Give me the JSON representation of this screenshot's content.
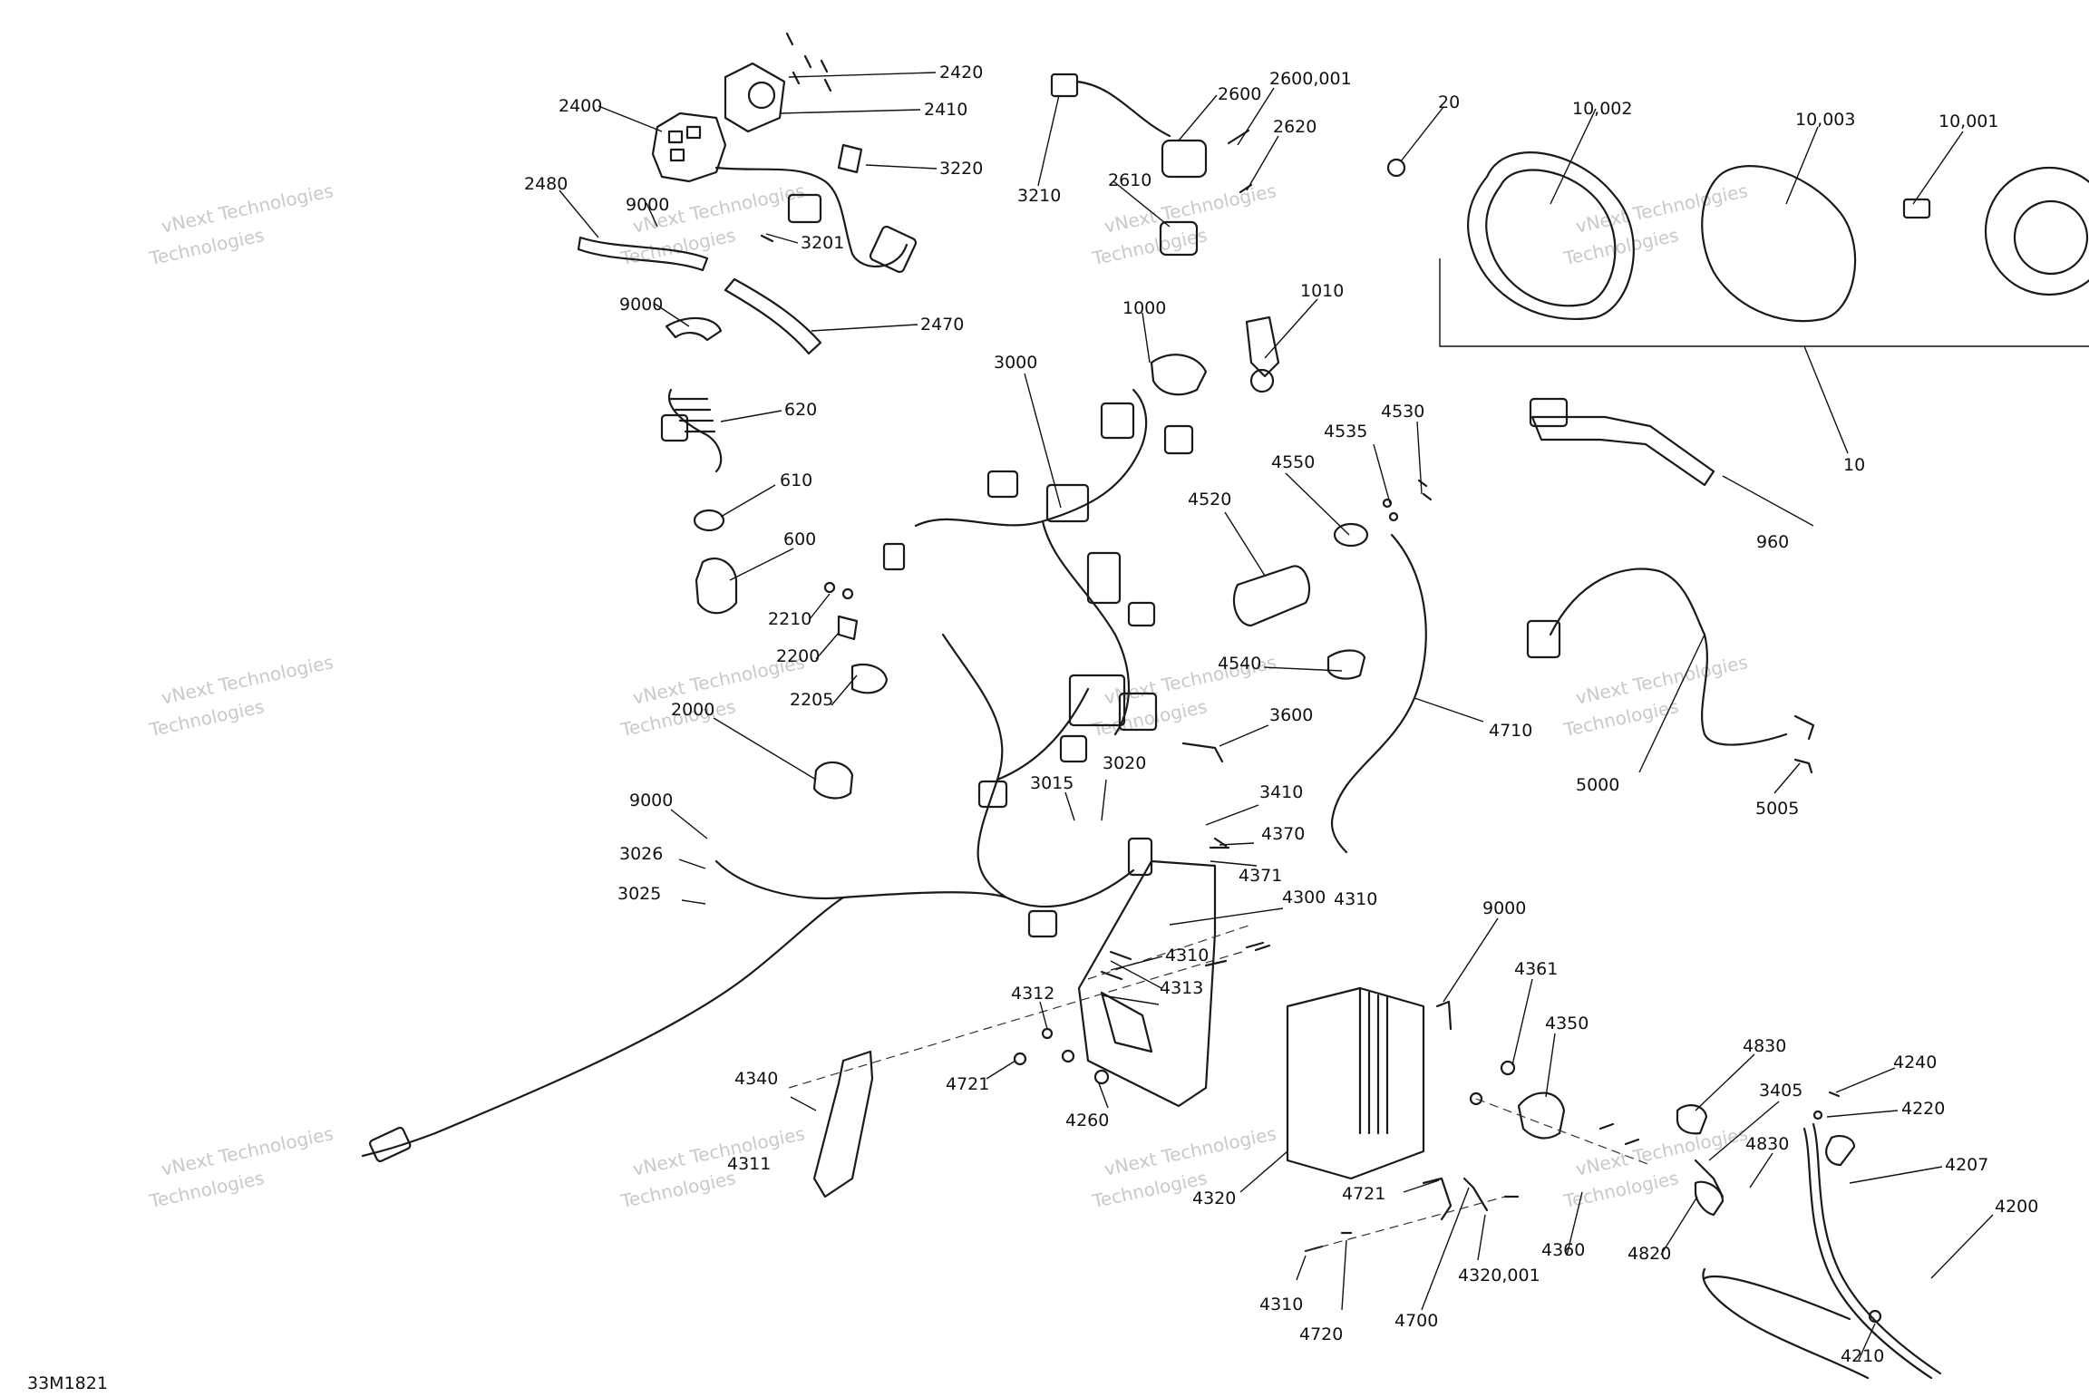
{
  "figure_ref": "33M1821",
  "watermark": {
    "line1": "vNext Technologies",
    "line2": "Technologies"
  },
  "callouts": [
    {
      "id": "c2420",
      "text": "2420"
    },
    {
      "id": "c2410",
      "text": "2410"
    },
    {
      "id": "c2400",
      "text": "2400"
    },
    {
      "id": "c3220",
      "text": "3220"
    },
    {
      "id": "c2480",
      "text": "2480"
    },
    {
      "id": "c9000a",
      "text": "9000"
    },
    {
      "id": "c3201",
      "text": "3201"
    },
    {
      "id": "c9000b",
      "text": "9000"
    },
    {
      "id": "c2470",
      "text": "2470"
    },
    {
      "id": "c3210",
      "text": "3210"
    },
    {
      "id": "c2600",
      "text": "2600"
    },
    {
      "id": "c2600001",
      "text": "2600,001"
    },
    {
      "id": "c2620",
      "text": "2620"
    },
    {
      "id": "c2610",
      "text": "2610"
    },
    {
      "id": "c20",
      "text": "20"
    },
    {
      "id": "c10002",
      "text": "10,002"
    },
    {
      "id": "c10003",
      "text": "10,003"
    },
    {
      "id": "c10001",
      "text": "10,001"
    },
    {
      "id": "c10",
      "text": "10"
    },
    {
      "id": "c1000",
      "text": "1000"
    },
    {
      "id": "c1010",
      "text": "1010"
    },
    {
      "id": "c3000",
      "text": "3000"
    },
    {
      "id": "c620",
      "text": "620"
    },
    {
      "id": "c610",
      "text": "610"
    },
    {
      "id": "c600",
      "text": "600"
    },
    {
      "id": "c2210",
      "text": "2210"
    },
    {
      "id": "c2200",
      "text": "2200"
    },
    {
      "id": "c2205",
      "text": "2205"
    },
    {
      "id": "c2000",
      "text": "2000"
    },
    {
      "id": "c4530",
      "text": "4530"
    },
    {
      "id": "c4535",
      "text": "4535"
    },
    {
      "id": "c4550",
      "text": "4550"
    },
    {
      "id": "c4520",
      "text": "4520"
    },
    {
      "id": "c960",
      "text": "960"
    },
    {
      "id": "c4540",
      "text": "4540"
    },
    {
      "id": "c4710",
      "text": "4710"
    },
    {
      "id": "c3600",
      "text": "3600"
    },
    {
      "id": "c5000",
      "text": "5000"
    },
    {
      "id": "c5005",
      "text": "5005"
    },
    {
      "id": "c3015",
      "text": "3015"
    },
    {
      "id": "c3020",
      "text": "3020"
    },
    {
      "id": "c3410",
      "text": "3410"
    },
    {
      "id": "c4370",
      "text": "4370"
    },
    {
      "id": "c4371",
      "text": "4371"
    },
    {
      "id": "c9000c",
      "text": "9000"
    },
    {
      "id": "c3026",
      "text": "3026"
    },
    {
      "id": "c3025",
      "text": "3025"
    },
    {
      "id": "c4300",
      "text": "4300"
    },
    {
      "id": "c4310a",
      "text": "4310"
    },
    {
      "id": "c4310b",
      "text": "4310"
    },
    {
      "id": "c4313",
      "text": "4313"
    },
    {
      "id": "c4312",
      "text": "4312"
    },
    {
      "id": "c4721a",
      "text": "4721"
    },
    {
      "id": "c4260",
      "text": "4260"
    },
    {
      "id": "c4340",
      "text": "4340"
    },
    {
      "id": "c4311",
      "text": "4311"
    },
    {
      "id": "c9000d",
      "text": "9000"
    },
    {
      "id": "c4361",
      "text": "4361"
    },
    {
      "id": "c4350",
      "text": "4350"
    },
    {
      "id": "c4830a",
      "text": "4830"
    },
    {
      "id": "c3405",
      "text": "3405"
    },
    {
      "id": "c4240",
      "text": "4240"
    },
    {
      "id": "c4220",
      "text": "4220"
    },
    {
      "id": "c4207",
      "text": "4207"
    },
    {
      "id": "c4830b",
      "text": "4830"
    },
    {
      "id": "c4200",
      "text": "4200"
    },
    {
      "id": "c4320",
      "text": "4320"
    },
    {
      "id": "c4721b",
      "text": "4721"
    },
    {
      "id": "c4360",
      "text": "4360"
    },
    {
      "id": "c4820",
      "text": "4820"
    },
    {
      "id": "c4320001",
      "text": "4320,001"
    },
    {
      "id": "c4310c",
      "text": "4310"
    },
    {
      "id": "c4720",
      "text": "4720"
    },
    {
      "id": "c4700",
      "text": "4700"
    },
    {
      "id": "c4210",
      "text": "4210"
    }
  ]
}
